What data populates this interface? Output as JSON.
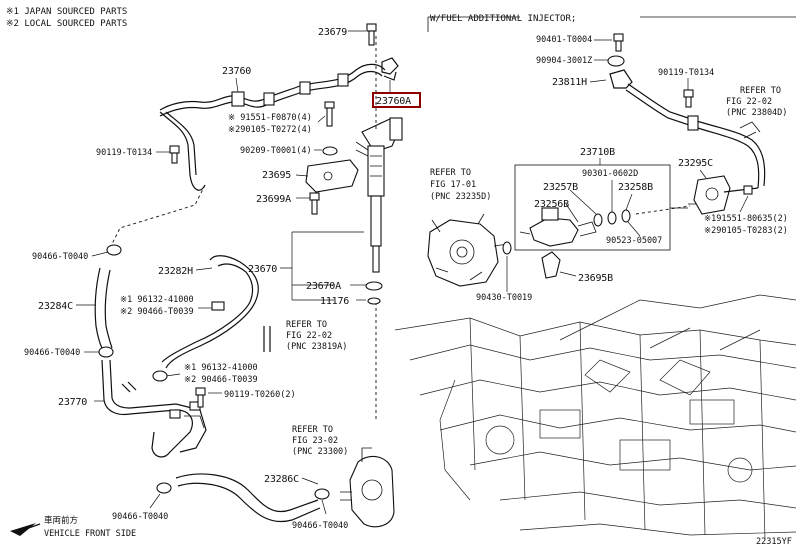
{
  "legend": {
    "note1": "※1 JAPAN SOURCED PARTS",
    "note2": "※2 LOCAL SOURCED PARTS"
  },
  "box_title": "W/FUEL ADDITIONAL INJECTOR;",
  "labels": {
    "p23679": "23679",
    "p23760": "23760",
    "p23760A": "23760A",
    "p91551_F0870": "※ 91551-F0870(4)",
    "p90105_T0272": "※290105-T0272(4)",
    "p90119_T0134_left": "90119-T0134",
    "p90209_T0001": "90209-T0001(4)",
    "p23695": "23695",
    "p23699A": "23699A",
    "p90466_T0040_a": "90466-T0040",
    "p23282H": "23282H",
    "p23670": "23670",
    "p23670A": "23670A",
    "p11176": "11176",
    "p23284C": "23284C",
    "p96132_a": "※1 96132-41000",
    "p90466_T0039_a": "※2 90466-T0039",
    "p90466_T0040_b": "90466-T0040",
    "p96132_b": "※1 96132-41000",
    "p90466_T0039_b": "※2 90466-T0039",
    "p23770": "23770",
    "p90119_T0260": "90119-T0260(2)",
    "p23286C": "23286C",
    "p90466_T0040_c": "90466-T0040",
    "p90466_T0040_d": "90466-T0040",
    "p90401_T0004": "90401-T0004",
    "p90904_3001Z": "90904-3001Z",
    "p23811H": "23811H",
    "p90119_T0134_right": "90119-T0134",
    "p23710B": "23710B",
    "p90301_0602D": "90301-0602D",
    "p23257B": "23257B",
    "p23258B": "23258B",
    "p23256B": "23256B",
    "p90523_05007": "90523-05007",
    "p23295C": "23295C",
    "p91551_80635": "※191551-80635(2)",
    "p90105_T0283": "※290105-T0283(2)",
    "p23695B": "23695B",
    "p90430_T0019": "90430-T0019",
    "pcode": "22315YF"
  },
  "refs": {
    "fig22_02_top": [
      "REFER TO",
      "FIG 22-02",
      "(PNC 23804D)"
    ],
    "fig17_01": [
      "REFER TO",
      "FIG 17-01",
      "(PNC 23235D)"
    ],
    "fig22_02_mid": [
      "REFER TO",
      "FIG 22-02",
      "(PNC 23819A)"
    ],
    "fig23_02": [
      "REFER TO",
      "FIG 23-02",
      "(PNC 23300)"
    ]
  },
  "front": {
    "jp": "車両前方",
    "en": "VEHICLE FRONT SIDE"
  },
  "colors": {
    "highlight": "#8b0000",
    "line": "#111111"
  }
}
